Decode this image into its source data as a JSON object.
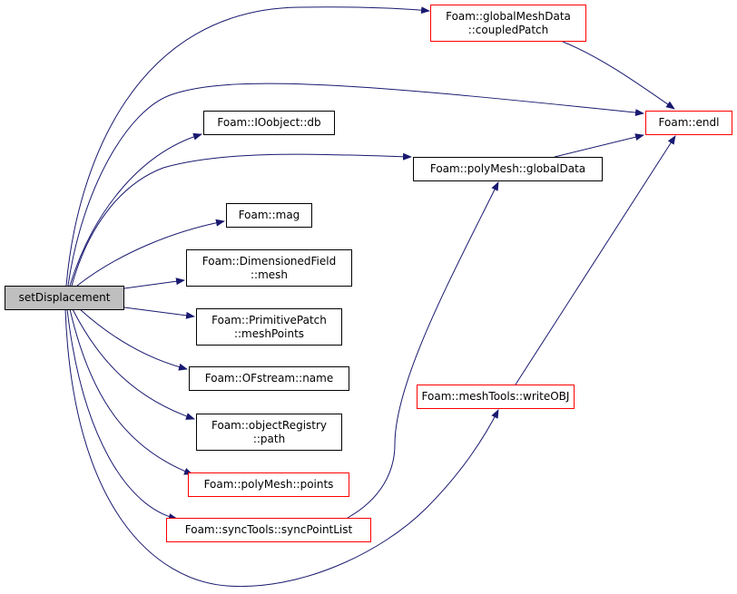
{
  "root": {
    "label": "setDisplacement"
  },
  "nodes": {
    "coupledPatch": {
      "line1": "Foam::globalMeshData",
      "line2": "::coupledPatch"
    },
    "endl": {
      "label": "Foam::endl"
    },
    "db": {
      "label": "Foam::IOobject::db"
    },
    "globalData": {
      "label": "Foam::polyMesh::globalData"
    },
    "mag": {
      "label": "Foam::mag"
    },
    "dfMesh": {
      "line1": "Foam::DimensionedField",
      "line2": "::mesh"
    },
    "meshPoints": {
      "line1": "Foam::PrimitivePatch",
      "line2": "::meshPoints"
    },
    "ofName": {
      "label": "Foam::OFstream::name"
    },
    "orPath": {
      "line1": "Foam::objectRegistry",
      "line2": "::path"
    },
    "points": {
      "label": "Foam::polyMesh::points"
    },
    "syncPointList": {
      "label": "Foam::syncTools::syncPointList"
    },
    "writeOBJ": {
      "label": "Foam::meshTools::writeOBJ"
    }
  },
  "colors": {
    "edge": "#191970",
    "incomplete_border": "#ff0000",
    "root_fill": "#bfbfbf"
  }
}
